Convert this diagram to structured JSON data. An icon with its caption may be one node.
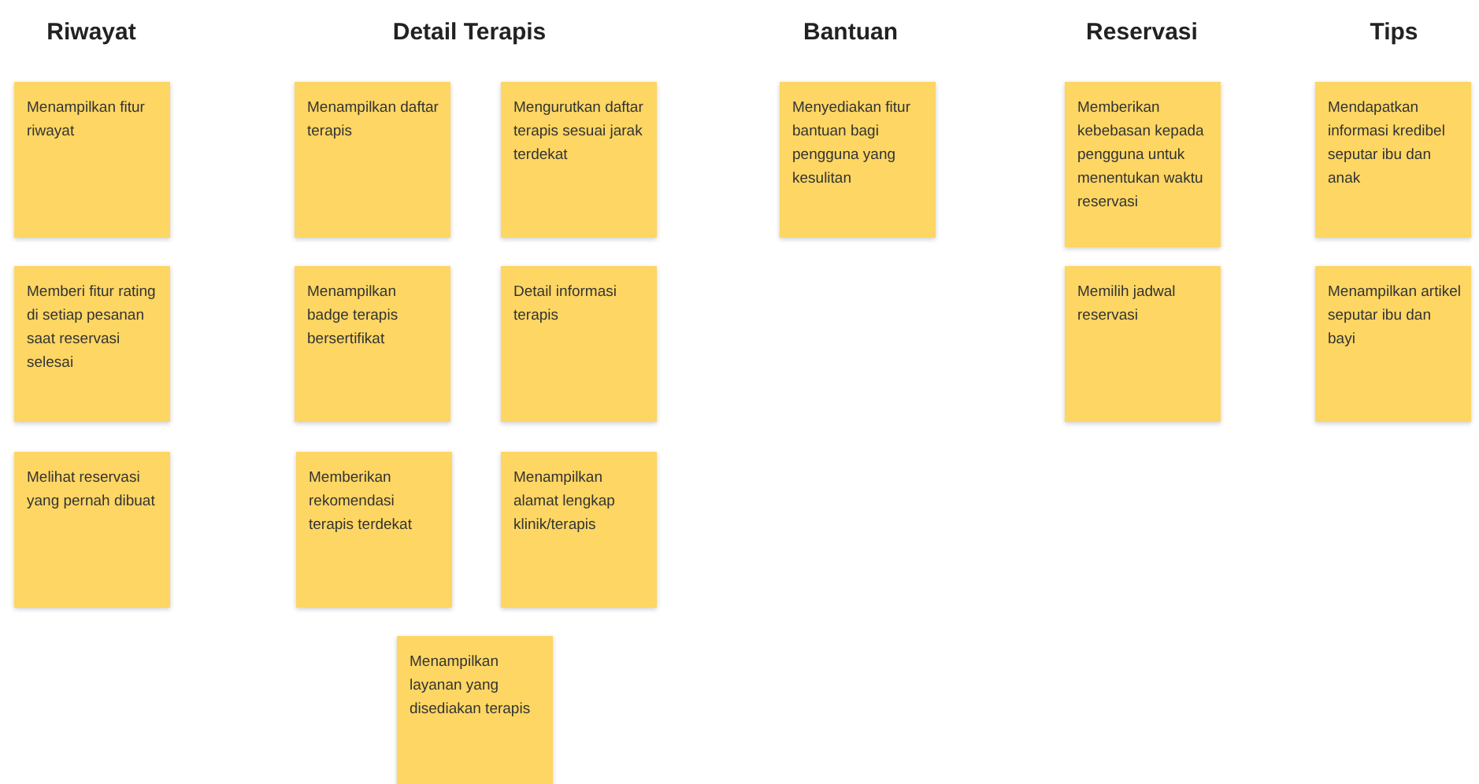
{
  "diagram": {
    "nodes": [
      {
        "text": [
          "Menampilkan fitur riwayat"
        ]
      },
      {
        "text": [
          "Menampilkan daftar terapis"
        ]
      },
      {
        "text": [
          "Mengurutkan daftar terapis sesuai jarak terdekat"
        ]
      },
      {
        "text": [
          "Menyediakan fitur bantuan bagi pengguna yang kesulitan"
        ]
      },
      {
        "text": [
          "Memberikan kebebasan kepada pengguna untuk menentukan waktu reservasi"
        ]
      },
      {
        "text": [
          "Mendapatkan informasi kredibel seputar ibu dan anak"
        ]
      },
      {
        "text": [
          "Memberi fitur rating di setiap pesanan saat reservasi selesai"
        ]
      },
      {
        "text": [
          "Menampilkan badge terapis bersertifikat"
        ]
      },
      {
        "text": [
          "Detail informasi terapis"
        ]
      },
      {
        "text": [
          "Memilih jadwal reservasi"
        ]
      },
      {
        "text": [
          "Menampilkan artikel seputar ibu dan bayi"
        ]
      },
      {
        "text": [
          "Melihat reservasi yang pernah dibuat"
        ]
      },
      {
        "text": [
          "Memberikan rekomendasi terapis terdekat"
        ]
      },
      {
        "text": [
          "Menampilkan alamat lengkap klinik/terapis"
        ]
      },
      {
        "text": [
          "Menampilkan layanan yang disediakan terapis"
        ]
      }
    ],
    "labels": [
      "Riwayat",
      "Detail Terapis",
      "Bantuan",
      "Reservasi",
      "Tips"
    ]
  }
}
